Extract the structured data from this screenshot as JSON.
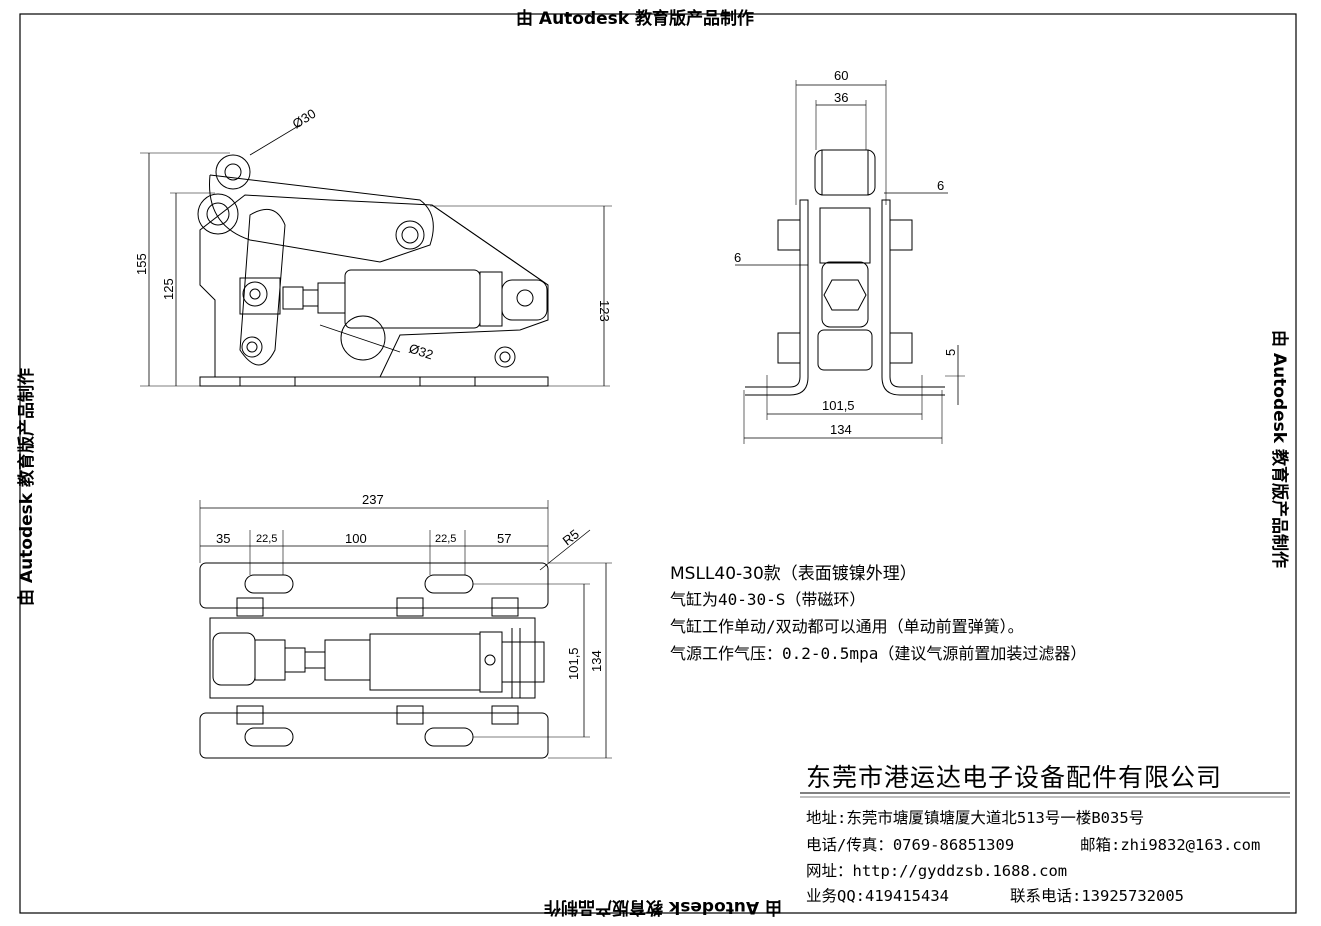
{
  "watermark": "由 Autodesk 教育版产品制作",
  "side_view": {
    "dims": {
      "d30": "Ø30",
      "d32": "Ø32",
      "h155": "155",
      "h125": "125",
      "h123": "123"
    }
  },
  "end_view": {
    "dims": {
      "w60": "60",
      "w36": "36",
      "t6a": "6",
      "t6b": "6",
      "h5": "5",
      "w101": "101,5",
      "w134": "134"
    }
  },
  "top_view": {
    "dims": {
      "l237": "237",
      "l35": "35",
      "l22a": "22,5",
      "l100": "100",
      "l22b": "22,5",
      "l57": "57",
      "r5": "R5",
      "w101": "101,5",
      "w134": "134"
    }
  },
  "notes": {
    "title": "MSLL40-30款（表面镀镍外理）",
    "line1": "气缸为40-30-S（带磁环）",
    "line2": "气缸工作单动/双动都可以通用（单动前置弹簧）。",
    "line3": "气源工作气压：0.2-0.5mpa（建议气源前置加装过滤器）"
  },
  "company": {
    "name": "东莞市港运达电子设备配件有限公司",
    "address": "地址:东莞市塘厦镇塘厦大道北513号一楼B035号",
    "phone": "电话/传真：0769-86851309",
    "email": "邮箱:zhi9832@163.com",
    "website": "网址：http://gyddzsb.1688.com",
    "qq": "业务QQ:419415434",
    "contact": "联系电话:13925732005"
  }
}
